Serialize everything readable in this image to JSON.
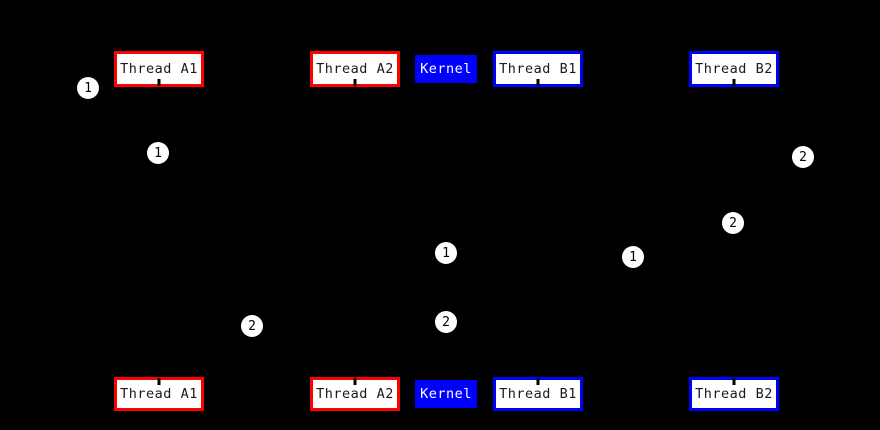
{
  "diagram": {
    "kind": "sequence-diagram",
    "colors": {
      "background": "#000000",
      "thread_a_border": "#ff0000",
      "thread_b_border": "#0000ff",
      "kernel_fill": "#0000ff",
      "box_fill": "#ffffff",
      "box_text": "#000000",
      "kernel_text": "#ffffff",
      "marker_fill": "#ffffff",
      "marker_text": "#000000"
    },
    "participants": {
      "thread_a1": {
        "label": "Thread A1"
      },
      "thread_a2": {
        "label": "Thread A2"
      },
      "kernel": {
        "label": "Kernel"
      },
      "thread_b1": {
        "label": "Thread B1"
      },
      "thread_b2": {
        "label": "Thread B2"
      }
    },
    "markers": [
      {
        "label": "1"
      },
      {
        "label": "1"
      },
      {
        "label": "2"
      },
      {
        "label": "2"
      },
      {
        "label": "1"
      },
      {
        "label": "1"
      },
      {
        "label": "2"
      },
      {
        "label": "2"
      }
    ]
  }
}
